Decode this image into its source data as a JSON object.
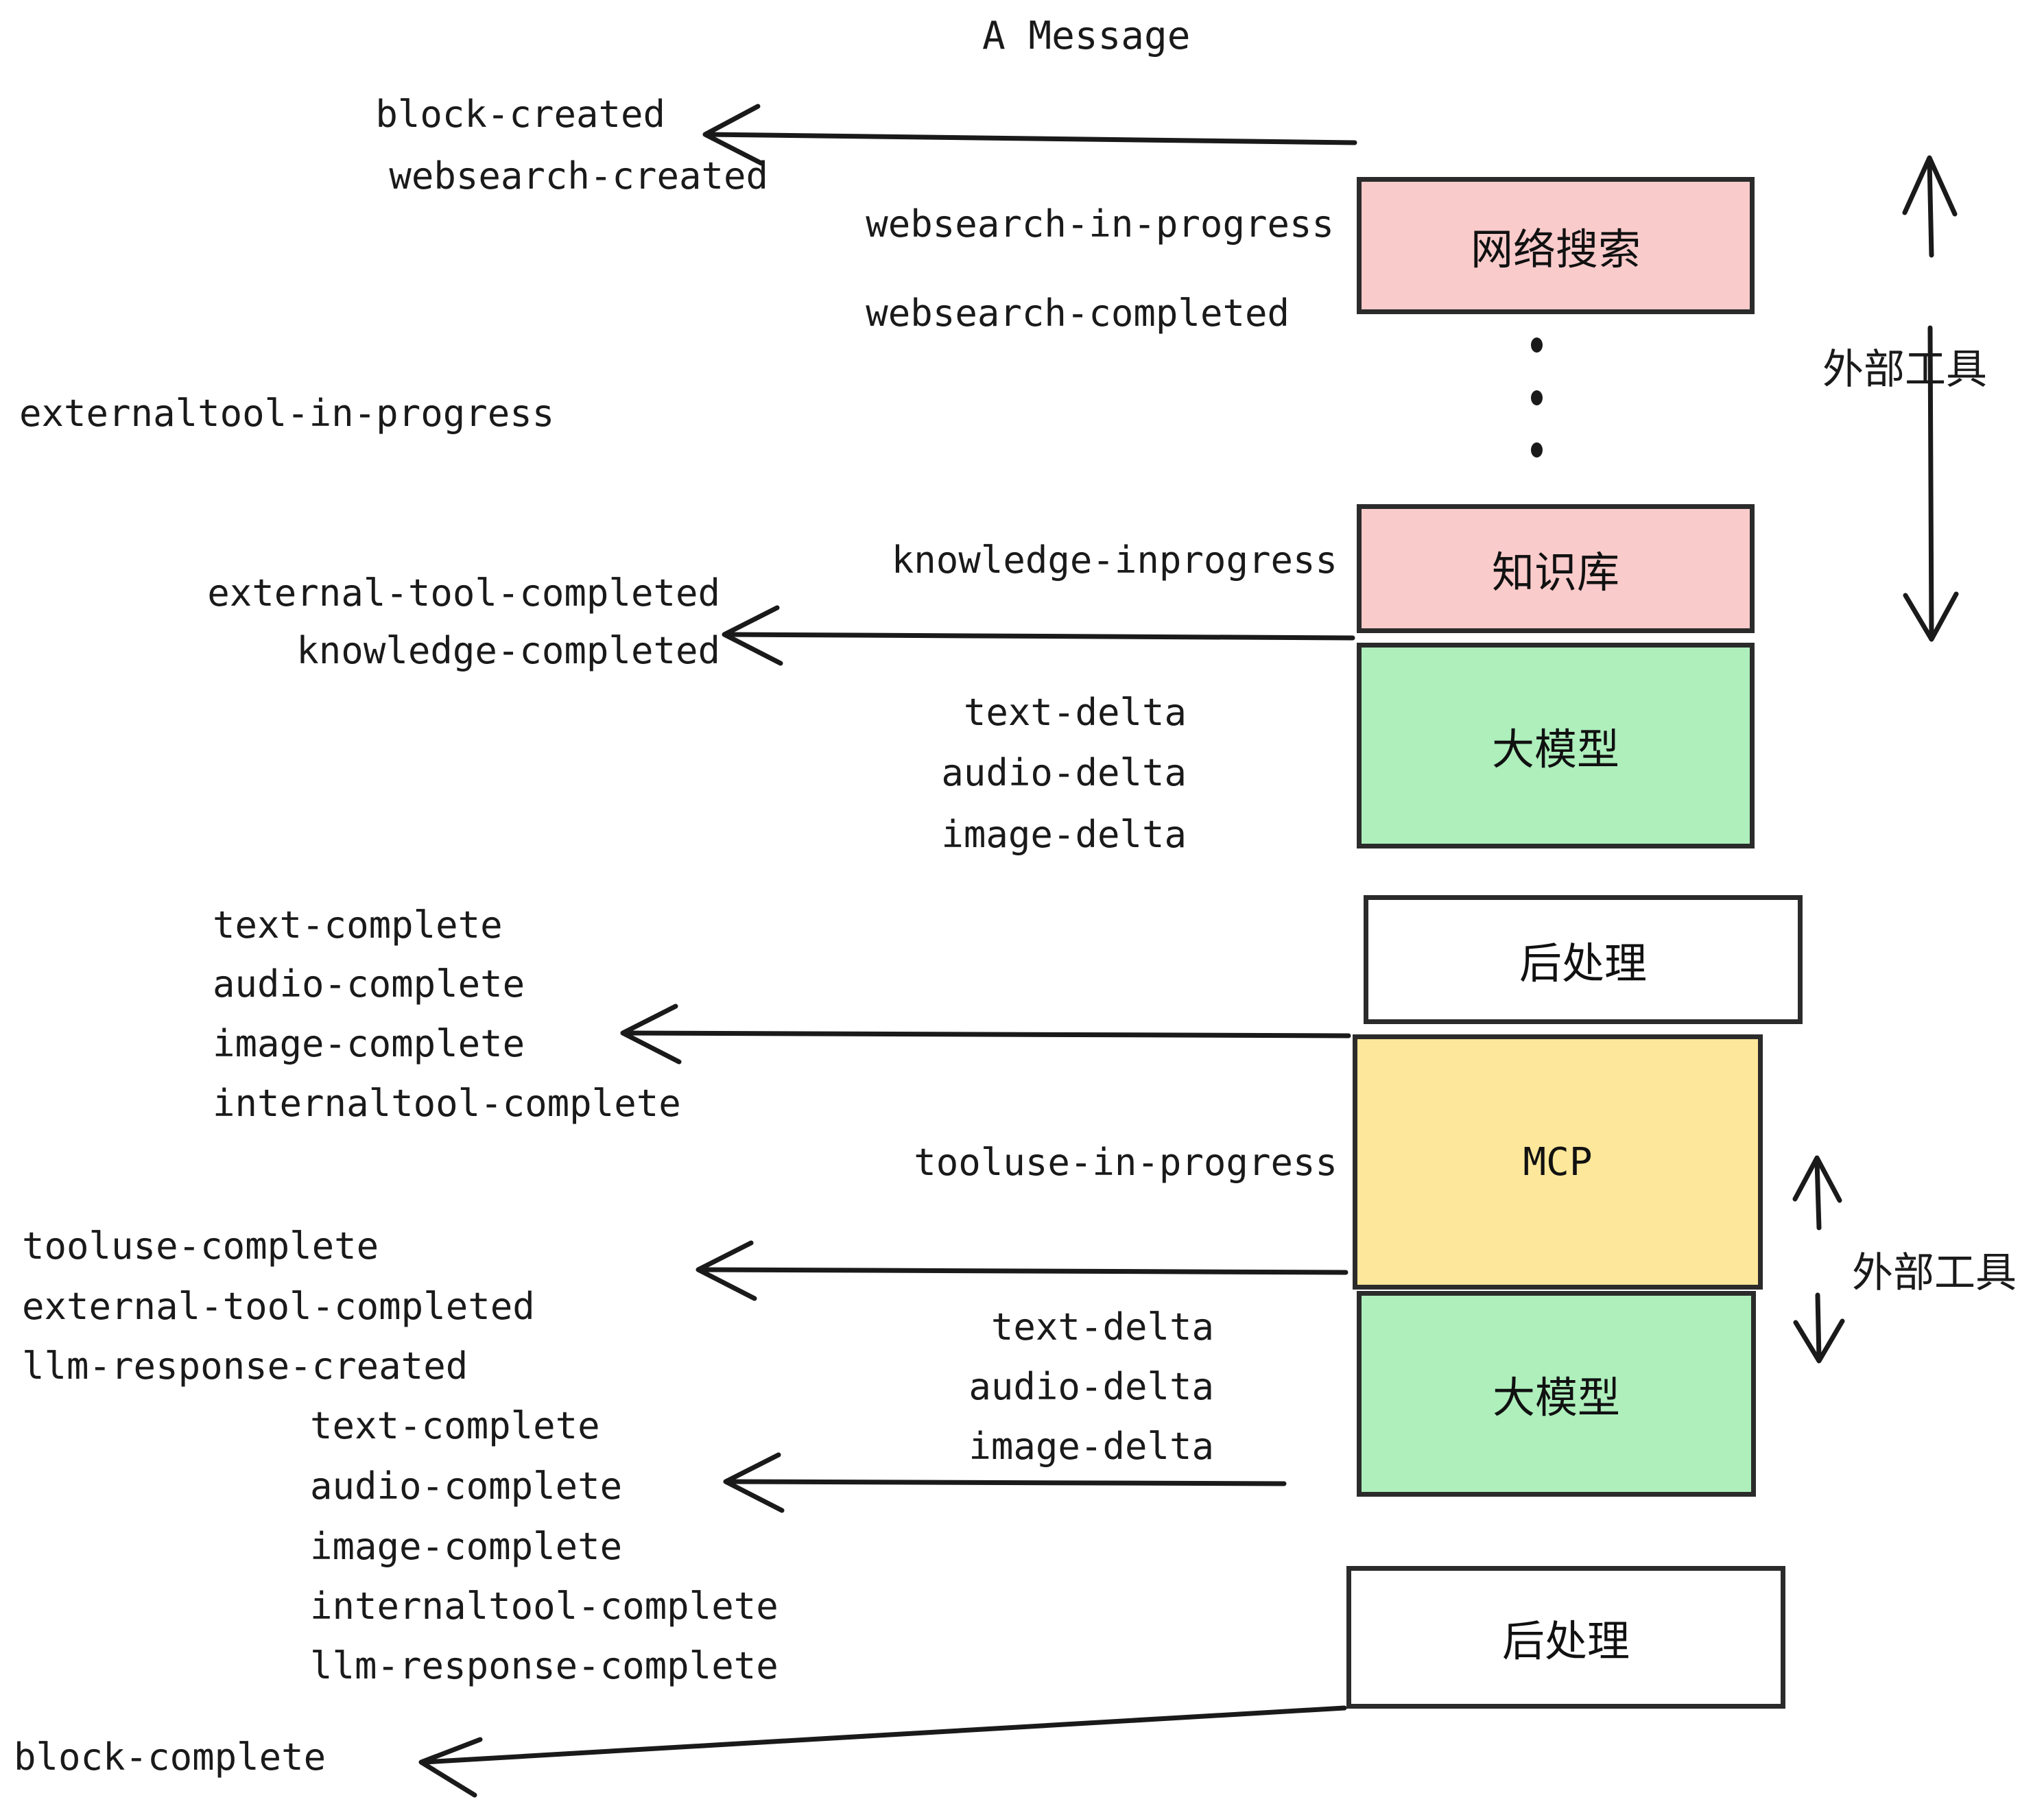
{
  "title": "A Message",
  "colors": {
    "pink": "#FACBCB",
    "green": "#AEEFBC",
    "yellow": "#FDE79A",
    "white": "#FFFFFF",
    "stroke": "#2B2B2B",
    "text": "#1A1A1A"
  },
  "boxes": [
    {
      "id": "websearch",
      "label": "网络搜索",
      "fill": "#FACBCB"
    },
    {
      "id": "knowledge",
      "label": "知识库",
      "fill": "#FACBCB"
    },
    {
      "id": "llm-top",
      "label": "大模型",
      "fill": "#AEEFBC"
    },
    {
      "id": "post-top",
      "label": "后处理",
      "fill": "#FFFFFF"
    },
    {
      "id": "mcp",
      "label": "MCP",
      "fill": "#FDE79A"
    },
    {
      "id": "llm-bottom",
      "label": "大模型",
      "fill": "#AEEFBC"
    },
    {
      "id": "post-bottom",
      "label": "后处理",
      "fill": "#FFFFFF"
    }
  ],
  "side_labels": [
    {
      "id": "external-tools-top",
      "label": "外部工具"
    },
    {
      "id": "external-tools-bottom",
      "label": "外部工具"
    }
  ],
  "events": {
    "block_created": "block-created",
    "websearch_created": "websearch-created",
    "websearch_in_progress": "websearch-in-progress",
    "websearch_completed": "websearch-completed",
    "externaltool_in_progress": "externaltool-in-progress",
    "knowledge_inprogress": "knowledge-inprogress",
    "external_tool_completed_1": "external-tool-completed",
    "knowledge_completed": "knowledge-completed",
    "text_delta_1": "text-delta",
    "audio_delta_1": "audio-delta",
    "image_delta_1": "image-delta",
    "text_complete_1": "text-complete",
    "audio_complete_1": "audio-complete",
    "image_complete_1": "image-complete",
    "internaltool_complete_1": "internaltool-complete",
    "tooluse_in_progress": "tooluse-in-progress",
    "tooluse_complete": "tooluse-complete",
    "external_tool_completed_2": "external-tool-completed",
    "llm_response_created": "llm-response-created",
    "text_delta_2": "text-delta",
    "audio_delta_2": "audio-delta",
    "image_delta_2": "image-delta",
    "text_complete_2": "text-complete",
    "audio_complete_2": "audio-complete",
    "image_complete_2": "image-complete",
    "internaltool_complete_2": "internaltool-complete",
    "llm_response_complete": "llm-response-complete",
    "block_complete": "block-complete"
  }
}
